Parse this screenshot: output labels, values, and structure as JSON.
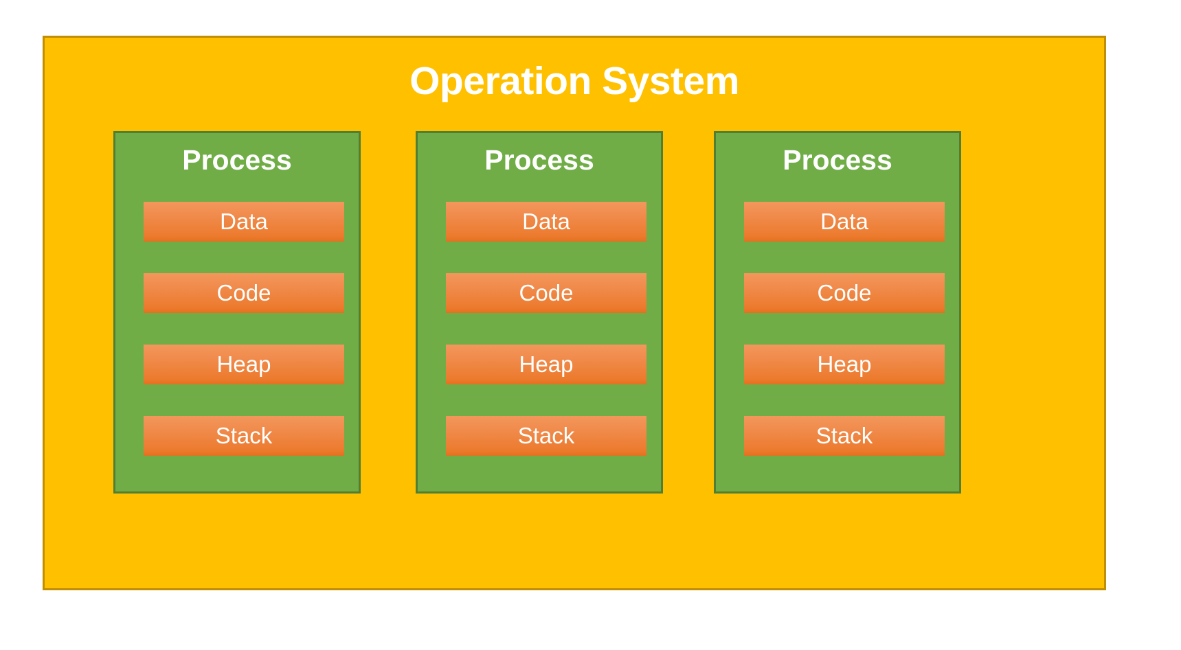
{
  "diagram": {
    "title": "Operation System",
    "colors": {
      "os_fill": "#FFC000",
      "os_border": "#BF8F00",
      "process_fill": "#70AD47",
      "process_border": "#507E32",
      "segment_gradient_top": "#F3975B",
      "segment_gradient_bottom": "#E5701F",
      "text": "#FFFFFF",
      "background": "#FFFFFF"
    },
    "processes": [
      {
        "label": "Process",
        "segments": [
          {
            "label": "Data"
          },
          {
            "label": "Code"
          },
          {
            "label": "Heap"
          },
          {
            "label": "Stack"
          }
        ]
      },
      {
        "label": "Process",
        "segments": [
          {
            "label": "Data"
          },
          {
            "label": "Code"
          },
          {
            "label": "Heap"
          },
          {
            "label": "Stack"
          }
        ]
      },
      {
        "label": "Process",
        "segments": [
          {
            "label": "Data"
          },
          {
            "label": "Code"
          },
          {
            "label": "Heap"
          },
          {
            "label": "Stack"
          }
        ]
      }
    ]
  }
}
